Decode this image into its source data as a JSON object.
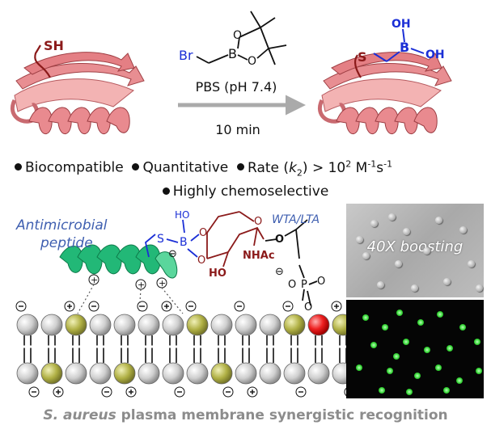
{
  "reaction": {
    "reagent_leaving_group": "Br",
    "reagent_boron": "B",
    "reagent_oxygen_1": "O",
    "reagent_oxygen_2": "O",
    "conditions_buffer": "PBS (pH 7.4)",
    "conditions_time": "10 min",
    "thiol_label": "SH",
    "product_sulfur": "S",
    "product_boron": "B",
    "product_oh_top": "OH",
    "product_oh_right": "OH"
  },
  "features": {
    "biocompatible": "Biocompatible",
    "quantitative": "Quantitative",
    "rate_prefix": "Rate (",
    "rate_k": "k",
    "rate_sub": "2",
    "rate_suffix": ") > 10",
    "rate_exp": "2",
    "rate_unit_m": " M",
    "rate_unit_m_exp": "-1",
    "rate_unit_s": "s",
    "rate_unit_s_exp": "-1",
    "chemoselective": "Highly chemoselective"
  },
  "membrane": {
    "amp_line1": "Antimicrobial",
    "amp_line2": "peptide",
    "boronate_s": "S",
    "boronate_ho": "HO",
    "boronate_b": "B",
    "boronate_minus": "⊖",
    "boronate_o1": "O",
    "boronate_o2": "O",
    "sugar_o": "O",
    "sugar_ho": "HO",
    "sugar_nhac": "NHAc",
    "linker_o": "O",
    "wta_lta": "WTA/LTA",
    "phos_minus": "⊖",
    "phos_o_left": "O",
    "phos_p": "P",
    "phos_o_right": "O",
    "phos_o_bottom": "O",
    "caption_species": "S. aureus",
    "caption_rest": " plasma membrane synergistic recognition"
  },
  "microscopy": {
    "magnification": "40X boosting"
  },
  "colors": {
    "protein": "#e8878a",
    "protein_dark": "#a04045",
    "thioether": "#8b1a1a",
    "boronic": "#1b2fd6",
    "sugar": "#8b1a1a",
    "peptide": "#1ea56e",
    "amp_text": "#3f5fb0",
    "lipid_head": "#d0d0d0",
    "lipid_anionic": "#a8a838",
    "lipid_target": "#e02020",
    "fluorescence": "#2ed12e"
  }
}
